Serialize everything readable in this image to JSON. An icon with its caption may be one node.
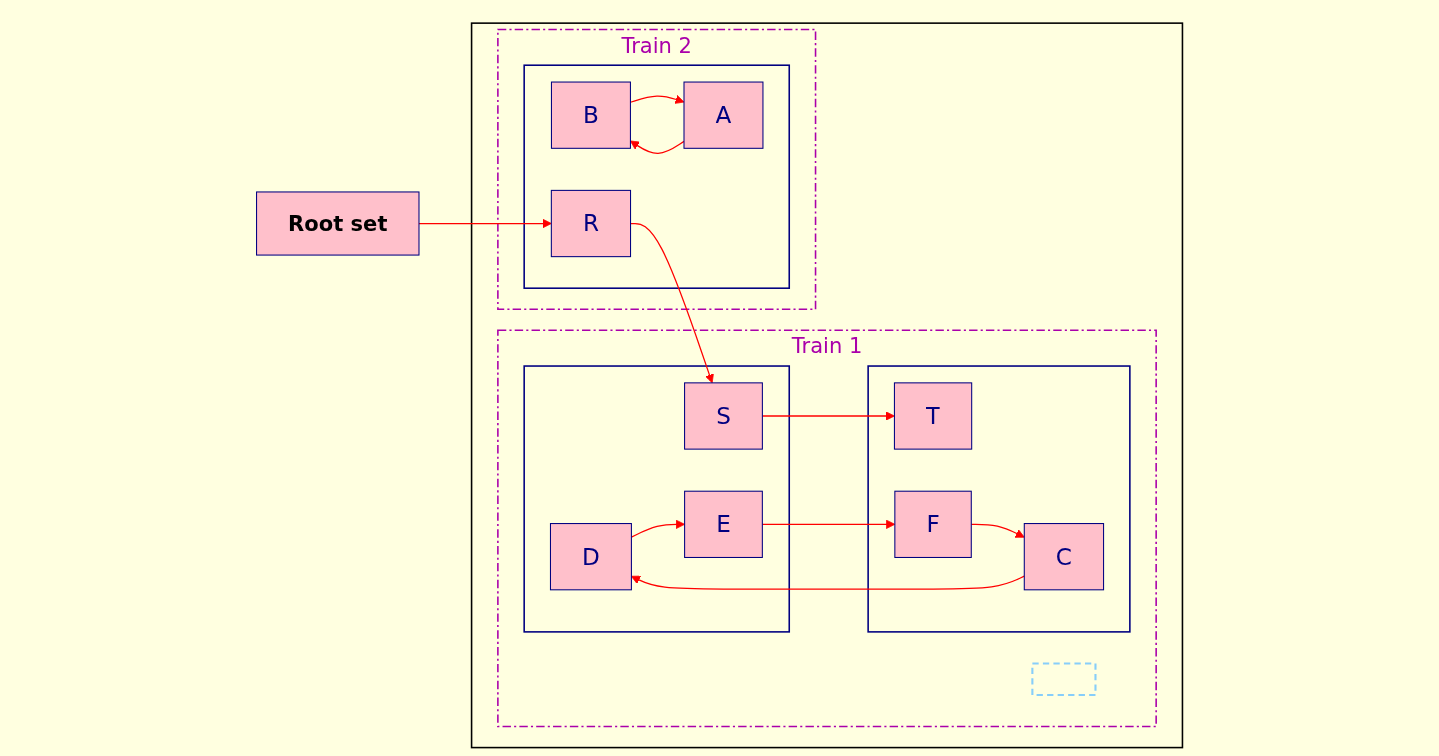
{
  "diagram": {
    "nodes": [
      {
        "text": [
          "Root set"
        ]
      },
      {
        "text": [],
        "shape": "box"
      },
      {
        "text": [
          "Train 1"
        ],
        "in": 1
      },
      {
        "text": [],
        "shape": "box",
        "in": 2
      },
      {
        "text": [],
        "shape": "box",
        "in": 2
      },
      {
        "text": [
          "S"
        ],
        "in": 4
      },
      {
        "text": [
          "D"
        ],
        "in": 4
      },
      {
        "text": [
          "E"
        ],
        "in": 4
      },
      {
        "text": [],
        "shape": "box",
        "in": 2
      },
      {
        "text": [
          "T"
        ],
        "in": 8
      },
      {
        "text": [
          "F"
        ],
        "in": 8
      },
      {
        "text": [
          "C"
        ],
        "in": 8
      },
      {
        "text": [
          "Train 2"
        ],
        "in": 1
      },
      {
        "text": [],
        "shape": "box",
        "in": 12
      },
      {
        "text": [
          "B"
        ],
        "in": 13
      },
      {
        "text": [
          "A"
        ],
        "in": 13
      },
      {
        "text": [
          "R"
        ],
        "in": 13
      }
    ],
    "edges": [
      {
        "from": 0,
        "to": 16,
        "arrow": "to"
      },
      {
        "from": 16,
        "to": 5,
        "arrow": "to"
      },
      {
        "from": 5,
        "to": 9,
        "arrow": "to"
      },
      {
        "from": 6,
        "to": 7,
        "arrow": "to"
      },
      {
        "from": 7,
        "to": 10,
        "arrow": "to"
      },
      {
        "from": 10,
        "to": 11,
        "arrow": "to"
      },
      {
        "from": 11,
        "to": 6,
        "arrow": "to"
      },
      {
        "from": 14,
        "to": 15,
        "arrow": "to"
      },
      {
        "from": 15,
        "to": 14,
        "arrow": "to"
      }
    ]
  }
}
